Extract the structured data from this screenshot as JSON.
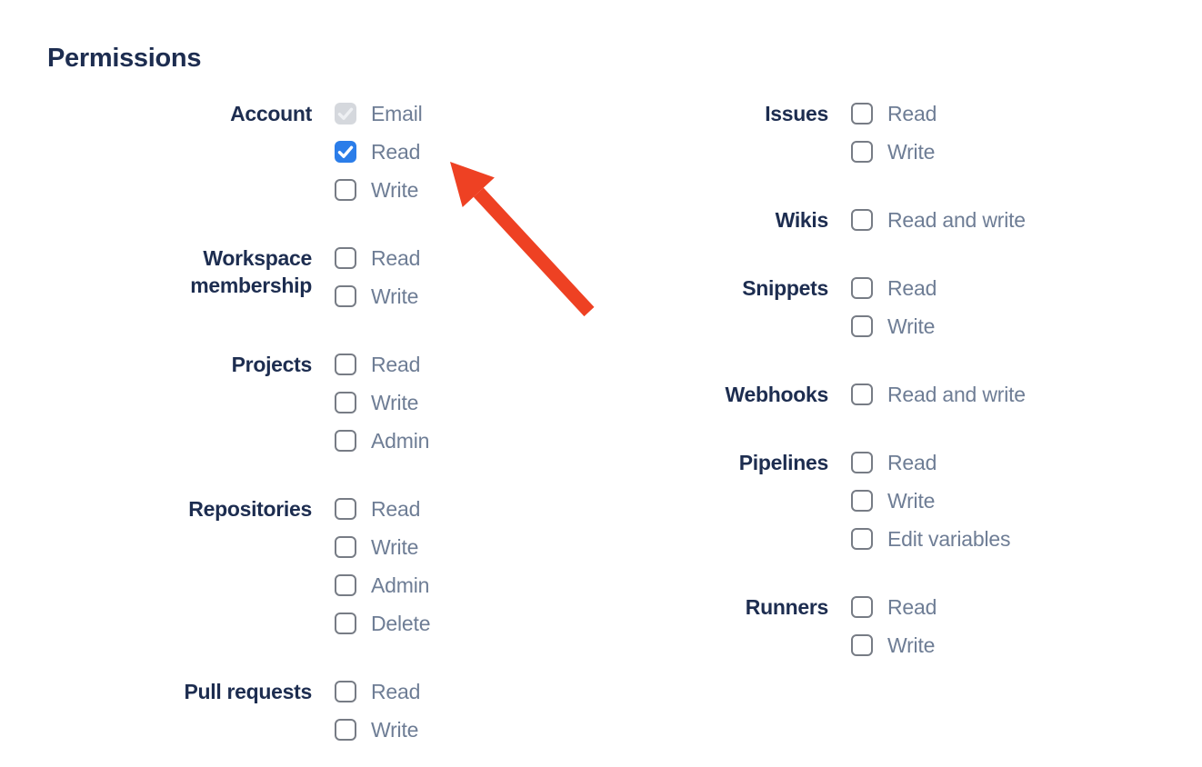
{
  "page": {
    "title": "Permissions"
  },
  "colors": {
    "heading_text": "#1d2d50",
    "option_label_text": "#6e7d95",
    "checkbox_border": "#777c85",
    "checkbox_checked_bg": "#2b7de9",
    "checkbox_checked_mark": "#ffffff",
    "checkbox_disabled_bg": "#d5d8dd",
    "checkbox_disabled_mark": "#eef0f3",
    "arrow": "#ee4123"
  },
  "columns": [
    {
      "groups": [
        {
          "label": "Account",
          "options": [
            {
              "label": "Email",
              "state": "checked-disabled"
            },
            {
              "label": "Read",
              "state": "checked"
            },
            {
              "label": "Write",
              "state": "unchecked"
            }
          ]
        },
        {
          "label": "Workspace membership",
          "options": [
            {
              "label": "Read",
              "state": "unchecked"
            },
            {
              "label": "Write",
              "state": "unchecked"
            }
          ]
        },
        {
          "label": "Projects",
          "options": [
            {
              "label": "Read",
              "state": "unchecked"
            },
            {
              "label": "Write",
              "state": "unchecked"
            },
            {
              "label": "Admin",
              "state": "unchecked"
            }
          ]
        },
        {
          "label": "Repositories",
          "options": [
            {
              "label": "Read",
              "state": "unchecked"
            },
            {
              "label": "Write",
              "state": "unchecked"
            },
            {
              "label": "Admin",
              "state": "unchecked"
            },
            {
              "label": "Delete",
              "state": "unchecked"
            }
          ]
        },
        {
          "label": "Pull requests",
          "options": [
            {
              "label": "Read",
              "state": "unchecked"
            },
            {
              "label": "Write",
              "state": "unchecked"
            }
          ]
        }
      ]
    },
    {
      "groups": [
        {
          "label": "Issues",
          "options": [
            {
              "label": "Read",
              "state": "unchecked"
            },
            {
              "label": "Write",
              "state": "unchecked"
            }
          ]
        },
        {
          "label": "Wikis",
          "options": [
            {
              "label": "Read and write",
              "state": "unchecked"
            }
          ]
        },
        {
          "label": "Snippets",
          "options": [
            {
              "label": "Read",
              "state": "unchecked"
            },
            {
              "label": "Write",
              "state": "unchecked"
            }
          ]
        },
        {
          "label": "Webhooks",
          "options": [
            {
              "label": "Read and write",
              "state": "unchecked"
            }
          ]
        },
        {
          "label": "Pipelines",
          "options": [
            {
              "label": "Read",
              "state": "unchecked"
            },
            {
              "label": "Write",
              "state": "unchecked"
            },
            {
              "label": "Edit variables",
              "state": "unchecked"
            }
          ]
        },
        {
          "label": "Runners",
          "options": [
            {
              "label": "Read",
              "state": "unchecked"
            },
            {
              "label": "Write",
              "state": "unchecked"
            }
          ]
        }
      ]
    }
  ],
  "annotation": {
    "type": "arrow",
    "points_at": "account-read-checkbox"
  }
}
